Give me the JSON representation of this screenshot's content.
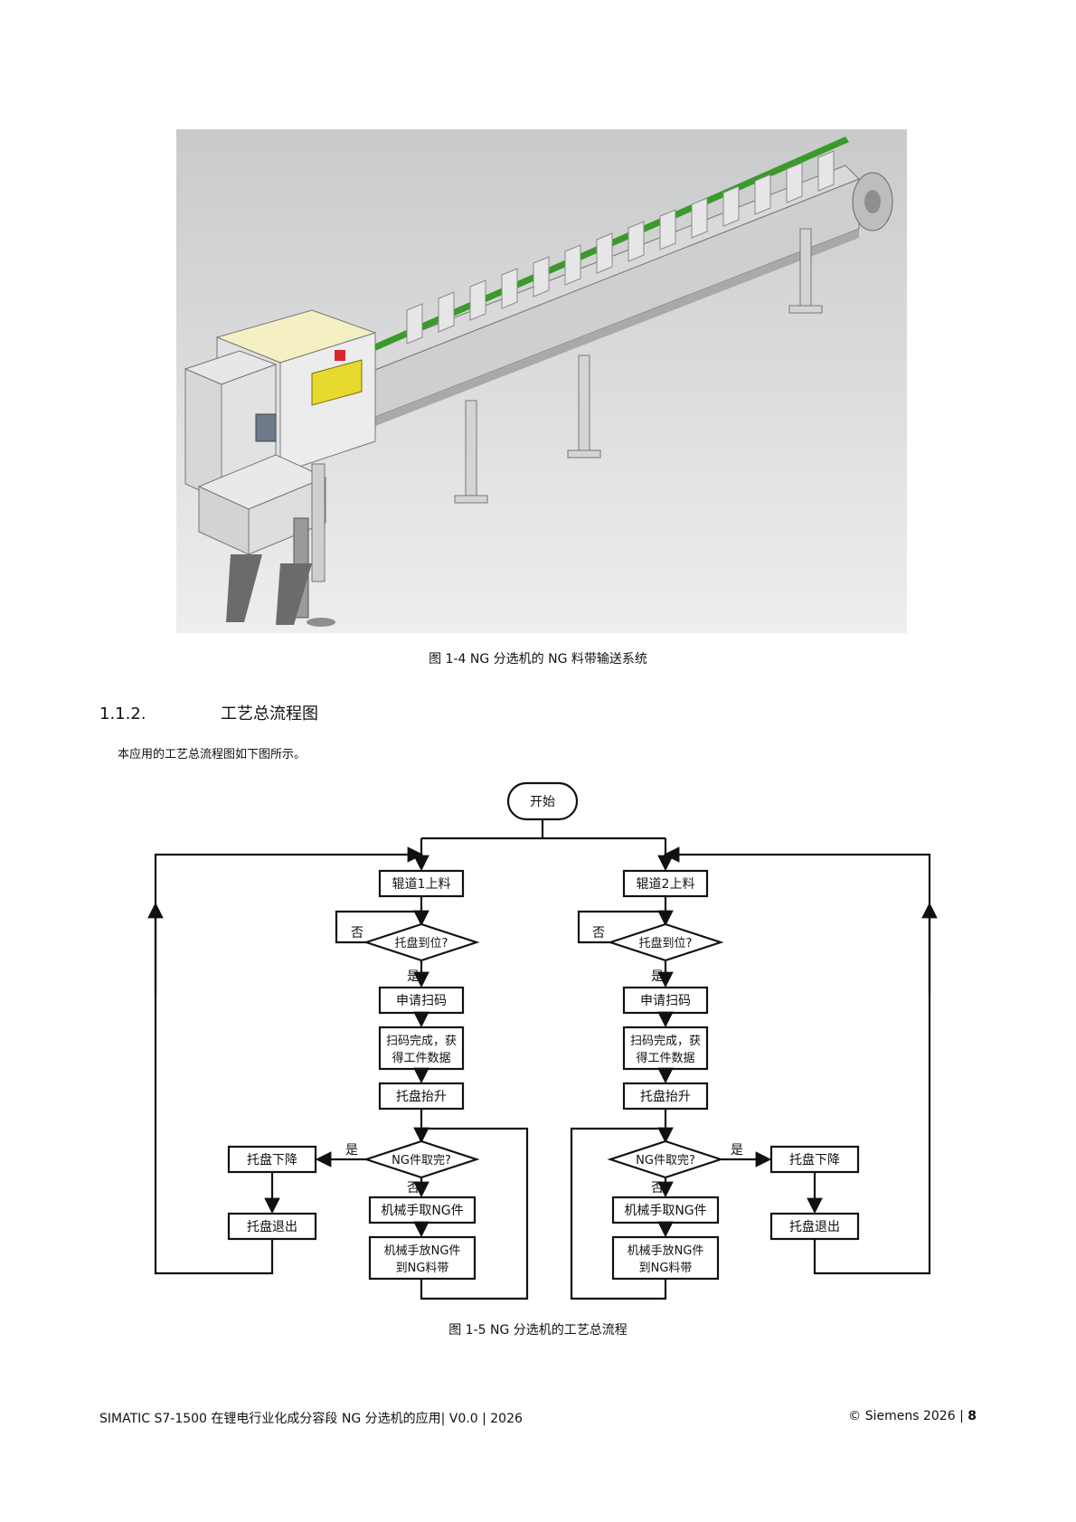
{
  "figure1": {
    "caption": "图 1-4 NG 分选机的 NG 料带输送系统"
  },
  "section": {
    "number": "1.1.2.",
    "title": "工艺总流程图"
  },
  "intro": "本应用的工艺总流程图如下图所示。",
  "flow": {
    "start": "开始",
    "left": {
      "load": "辊道1上料",
      "check": "托盘到位?",
      "no": "否",
      "yes": "是",
      "scan": "申请扫码",
      "scan_done_1": "扫码完成，获",
      "scan_done_2": "得工件数据",
      "lift": "托盘抬升",
      "ng_check": "NG件取完?",
      "ng_yes": "是",
      "ng_no": "否",
      "pick": "机械手取NG件",
      "place_1": "机械手放NG件",
      "place_2": "到NG料带",
      "lower": "托盘下降",
      "exit": "托盘退出"
    },
    "right": {
      "load": "辊道2上料",
      "check": "托盘到位?",
      "no": "否",
      "yes": "是",
      "scan": "申请扫码",
      "scan_done_1": "扫码完成，获",
      "scan_done_2": "得工件数据",
      "lift": "托盘抬升",
      "ng_check": "NG件取完?",
      "ng_yes": "是",
      "ng_no": "否",
      "pick": "机械手取NG件",
      "place_1": "机械手放NG件",
      "place_2": "到NG料带",
      "lower": "托盘下降",
      "exit": "托盘退出"
    }
  },
  "figure2": {
    "caption": "图 1-5 NG 分选机的工艺总流程"
  },
  "footer": {
    "left": "SIMATIC S7-1500 在锂电行业化成分容段 NG 分选机的应用| V0.0 | 2026",
    "right_text": "© Siemens 2026 | ",
    "page": "8"
  }
}
